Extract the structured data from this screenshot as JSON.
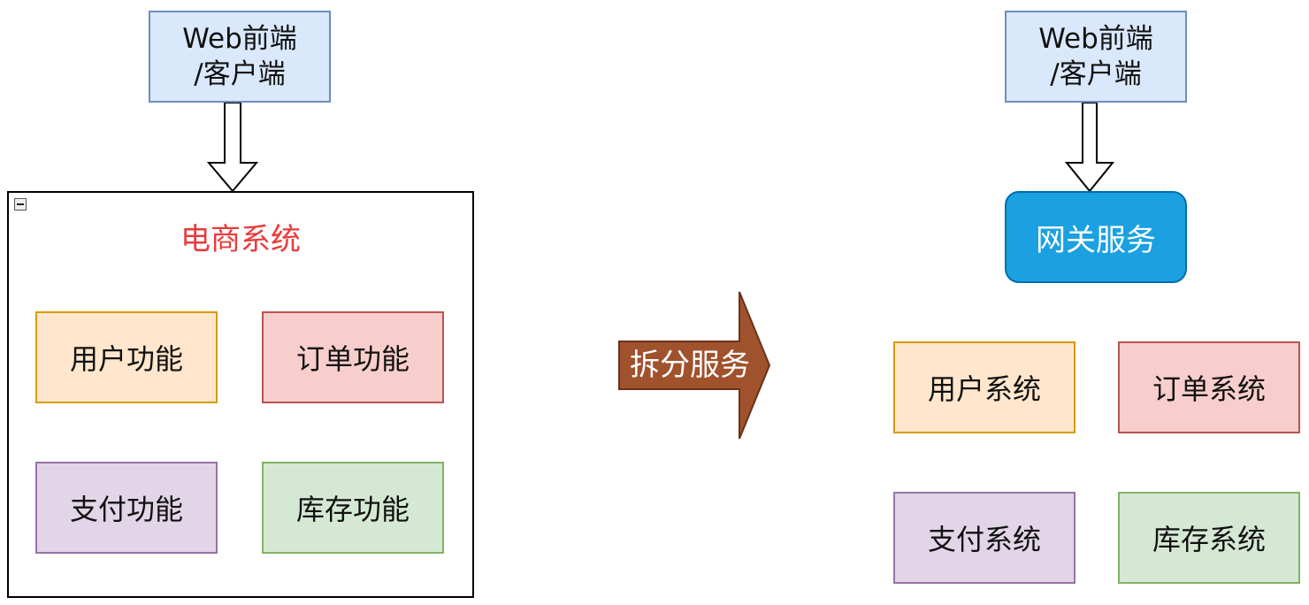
{
  "left": {
    "client": {
      "line1": "Web前端",
      "line2": "/客户端"
    },
    "system": {
      "title": "电商系统",
      "modules": [
        "用户功能",
        "订单功能",
        "支付功能",
        "库存功能"
      ]
    }
  },
  "transition": {
    "label": "拆分服务"
  },
  "right": {
    "client": {
      "line1": "Web前端",
      "line2": "/客户端"
    },
    "gateway": {
      "label": "网关服务"
    },
    "services": [
      "用户系统",
      "订单系统",
      "支付系统",
      "库存系统"
    ]
  },
  "colors": {
    "client_fill": "#dae8fc",
    "title_red": "#ea3a3a",
    "gateway_fill": "#1ba1e2",
    "transition_arrow": "#a0522d",
    "orange_fill": "#ffe6cc",
    "red_fill": "#f8cecc",
    "purple_fill": "#e1d5e7",
    "green_fill": "#d5e8d4"
  }
}
